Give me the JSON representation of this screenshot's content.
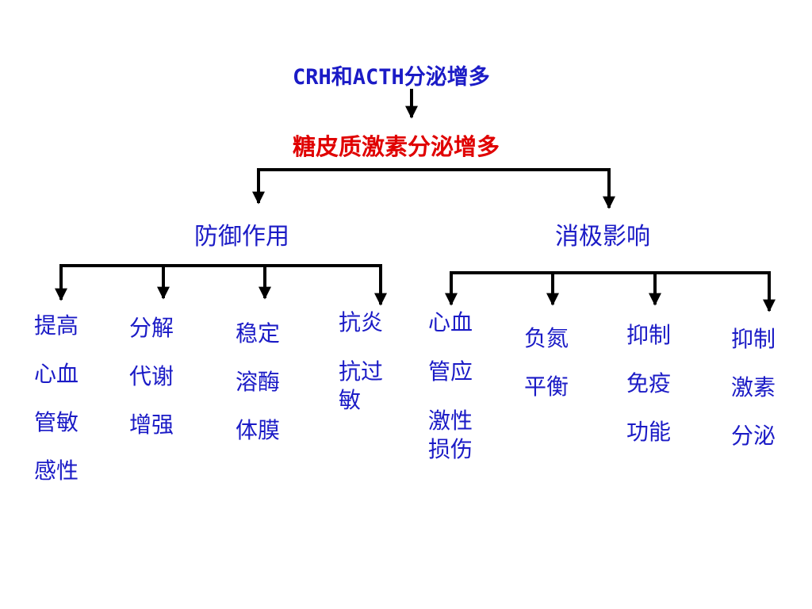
{
  "colors": {
    "accent": "#1b1bc6",
    "highlight": "#e00000",
    "lines": "#000000"
  },
  "root": "CRH和ACTH分泌增多",
  "secondary": "糖皮质激素分泌增多",
  "branches": [
    {
      "label": "防御作用",
      "leaves": [
        [
          "提高",
          "心血",
          "管敏",
          "感性"
        ],
        [
          "分解",
          "代谢",
          "增强"
        ],
        [
          "稳定",
          "溶酶",
          "体膜"
        ],
        [
          "抗炎",
          "抗过",
          "敏"
        ]
      ]
    },
    {
      "label": "消极影响",
      "leaves": [
        [
          "心血",
          "管应",
          "激性",
          "损伤"
        ],
        [
          "负氮",
          "平衡"
        ],
        [
          "抑制",
          "免疫",
          "功能"
        ],
        [
          "抑制",
          "激素",
          "分泌"
        ]
      ]
    }
  ]
}
